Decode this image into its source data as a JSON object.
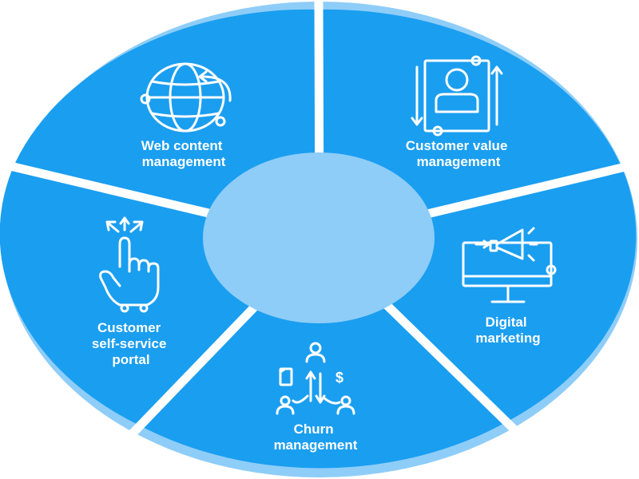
{
  "diagram": {
    "colors": {
      "segment_fill": "#1a9ef0",
      "outer_ring": "#8ecdf8",
      "hub_fill": "#8ecdf8",
      "divider": "#ffffff",
      "label": "#ffffff"
    },
    "segments": [
      {
        "id": "web-content",
        "label_lines": [
          "Web content",
          "management"
        ],
        "icon": "globe-icon"
      },
      {
        "id": "customer-value",
        "label_lines": [
          "Customer value",
          "management"
        ],
        "icon": "person-frame-icon"
      },
      {
        "id": "digital-marketing",
        "label_lines": [
          "Digital",
          "marketing"
        ],
        "icon": "megaphone-monitor-icon"
      },
      {
        "id": "churn",
        "label_lines": [
          "Churn",
          "management"
        ],
        "icon": "churn-flow-icon"
      },
      {
        "id": "self-service",
        "label_lines": [
          "Customer",
          "self-service",
          "portal"
        ],
        "icon": "pointing-hand-icon"
      }
    ],
    "hub": {
      "label": ""
    },
    "icon_glyphs": {
      "currency": "$"
    }
  }
}
